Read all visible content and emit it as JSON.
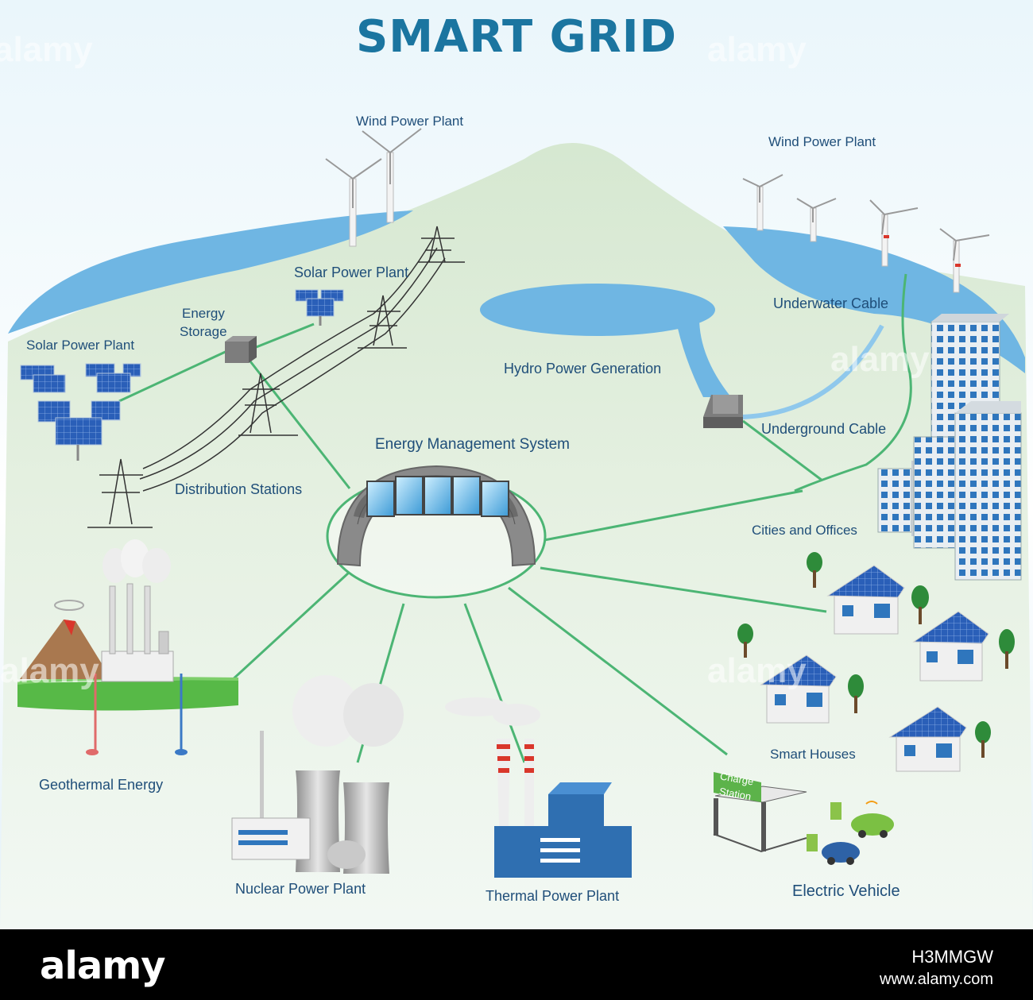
{
  "title": "SMART GRID",
  "labels": {
    "wind_power_plant_1": "Wind Power Plant",
    "wind_power_plant_2": "Wind Power Plant",
    "solar_power_plant_1": "Solar Power Plant",
    "solar_power_plant_2": "Solar Power Plant",
    "energy_storage_line1": "Energy",
    "energy_storage_line2": "Storage",
    "underwater_cable": "Underwater Cable",
    "hydro_power_generation": "Hydro Power Generation",
    "underground_cable": "Underground Cable",
    "energy_management_system": "Energy Management System",
    "distribution_stations": "Distribution Stations",
    "cities_and_offices": "Cities and Offices",
    "geothermal_energy": "Geothermal Energy",
    "smart_houses": "Smart Houses",
    "charge_station_line1": "Charge",
    "charge_station_line2": "Station",
    "nuclear_power_plant": "Nuclear Power Plant",
    "thermal_power_plant": "Thermal Power Plant",
    "electric_vehicle": "Electric Vehicle"
  },
  "watermark": "alamy",
  "footer": {
    "logo": "alamy",
    "image_code": "H3MMGW",
    "url": "www.alamy.com"
  },
  "colors": {
    "title": "#1b75a0",
    "label": "#1f4e79",
    "water": "#6fb6e3",
    "hill": "#dcecd7",
    "connection": "#4cb574",
    "ground": "#57b947"
  }
}
